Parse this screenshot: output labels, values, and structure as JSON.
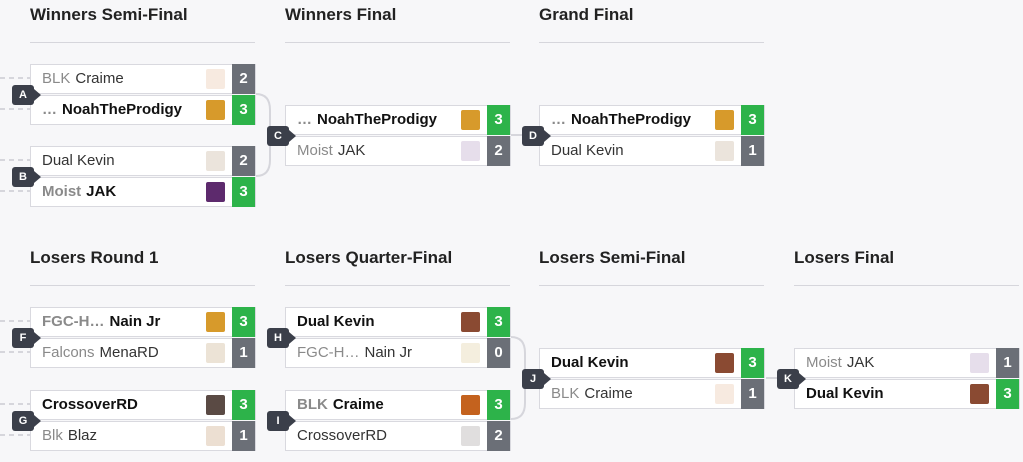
{
  "rounds": {
    "winners_semi": "Winners Semi-Final",
    "winners_final": "Winners Final",
    "grand_final": "Grand Final",
    "losers_r1": "Losers Round 1",
    "losers_qf": "Losers Quarter-Final",
    "losers_sf": "Losers Semi-Final",
    "losers_final": "Losers Final"
  },
  "matches": {
    "A": {
      "id": "A",
      "top": {
        "prefix": "BLK",
        "name": "Craime",
        "score": "2",
        "avatar": "#e8c3a6"
      },
      "bottom": {
        "prefix": "…",
        "name": "NoahTheProdigy",
        "score": "3",
        "avatar": "#d79a2b"
      }
    },
    "B": {
      "id": "B",
      "top": {
        "prefix": "",
        "name": "Dual Kevin",
        "score": "2",
        "avatar": "#c7b39a"
      },
      "bottom": {
        "prefix": "Moist",
        "name": "JAK",
        "score": "3",
        "avatar": "#5d2a6d"
      }
    },
    "C": {
      "id": "C",
      "top": {
        "prefix": "…",
        "name": "NoahTheProdigy",
        "score": "3",
        "avatar": "#d79a2b"
      },
      "bottom": {
        "prefix": "Moist",
        "name": "JAK",
        "score": "2",
        "avatar": "#b7a0c6"
      }
    },
    "D": {
      "id": "D",
      "top": {
        "prefix": "…",
        "name": "NoahTheProdigy",
        "score": "3",
        "avatar": "#d79a2b"
      },
      "bottom": {
        "prefix": "",
        "name": "Dual Kevin",
        "score": "1",
        "avatar": "#c7b39a"
      }
    },
    "F": {
      "id": "F",
      "top": {
        "prefix": "FGC-H…",
        "name": "Nain Jr",
        "score": "3",
        "avatar": "#d79a2b"
      },
      "bottom": {
        "prefix": "Falcons",
        "name": "MenaRD",
        "score": "1",
        "avatar": "#c9b08a"
      }
    },
    "G": {
      "id": "G",
      "top": {
        "prefix": "",
        "name": "CrossoverRD",
        "score": "3",
        "avatar": "#5a4a44"
      },
      "bottom": {
        "prefix": "Blk",
        "name": "Blaz",
        "score": "1",
        "avatar": "#c9a27e"
      }
    },
    "H": {
      "id": "H",
      "top": {
        "prefix": "",
        "name": "Dual Kevin",
        "score": "3",
        "avatar": "#8a4a32"
      },
      "bottom": {
        "prefix": "FGC-H…",
        "name": "Nain Jr",
        "score": "0",
        "avatar": "#e0cfa0"
      }
    },
    "I": {
      "id": "I",
      "top": {
        "prefix": "BLK",
        "name": "Craime",
        "score": "3",
        "avatar": "#c4621e"
      },
      "bottom": {
        "prefix": "",
        "name": "CrossoverRD",
        "score": "2",
        "avatar": "#a7a0a0"
      }
    },
    "J": {
      "id": "J",
      "top": {
        "prefix": "",
        "name": "Dual Kevin",
        "score": "3",
        "avatar": "#8a4a32"
      },
      "bottom": {
        "prefix": "BLK",
        "name": "Craime",
        "score": "1",
        "avatar": "#e8c3a6"
      }
    },
    "K": {
      "id": "K",
      "top": {
        "prefix": "Moist",
        "name": "JAK",
        "score": "1",
        "avatar": "#b7a0c6"
      },
      "bottom": {
        "prefix": "",
        "name": "Dual Kevin",
        "score": "3",
        "avatar": "#8a4a32"
      }
    }
  },
  "colors": {
    "win": "#2db34a",
    "lose": "#6b6f77",
    "badge": "#3b3f4a"
  }
}
